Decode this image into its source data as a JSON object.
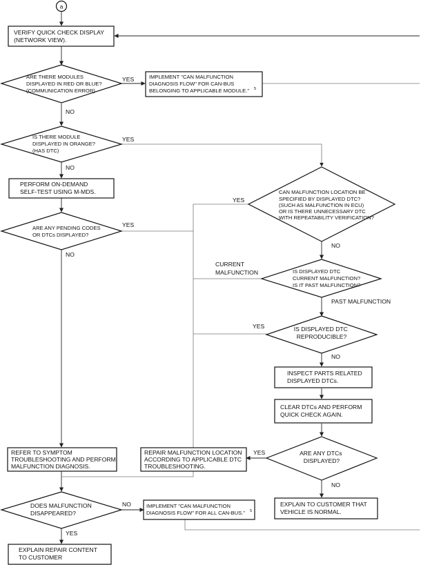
{
  "start_connector": "a",
  "nodes": {
    "verify": {
      "lines": [
        "VERIFY QUICK CHECK DISPLAY",
        "(NETWORK VIEW)."
      ]
    },
    "q_red_blue": {
      "lines": [
        "ARE THERE MODULES",
        "DISPLAYED IN RED OR BLUE?",
        "(COMMUNICATION ERROR)"
      ]
    },
    "impl_can_bus": {
      "lines": [
        "IMPLEMENT \"CAN MALFUNCTION",
        "DIAGNOSIS FLOW\" FOR CAN-BUS",
        "BELONGING TO APPLICABLE MODULE.\""
      ],
      "note": "5"
    },
    "q_orange": {
      "lines": [
        "IS THERE MODULE",
        "DISPLAYED IN ORANGE?",
        "(HAS DTC)"
      ]
    },
    "ondemand": {
      "lines": [
        "PERFORM ON-DEMAND",
        "SELF-TEST USING M-MDS."
      ]
    },
    "q_location": {
      "lines": [
        "CAN MALFUNCTION LOCATION BE",
        "SPECIFIED BY DISPLAYED DTC?",
        "(SUCH AS MALFUNCTION IN ECU)",
        "OR IS THERE UNNECESSARY DTC",
        "WITH REPEATABILITY VERIFICATION?"
      ]
    },
    "q_pending": {
      "lines": [
        "ARE ANY PENDING CODES",
        "OR DTCs DISPLAYED?"
      ]
    },
    "q_current": {
      "lines": [
        "IS DISPLAYED DTC",
        "CURRENT MALFUNCTION?",
        "IS IT PAST MALFUNCTION?"
      ]
    },
    "q_reproducible": {
      "lines": [
        "IS DISPLAYED DTC",
        "REPRODUCIBLE?"
      ]
    },
    "inspect": {
      "lines": [
        "INSPECT PARTS RELATED",
        "DISPLAYED DTCs."
      ]
    },
    "clear": {
      "lines": [
        "CLEAR DTCs AND PERFORM",
        "QUICK CHECK AGAIN."
      ]
    },
    "q_any_dtc": {
      "lines": [
        "ARE ANY DTCs",
        "DISPLAYED?"
      ]
    },
    "symptom": {
      "lines": [
        "REFER TO SYMPTOM",
        "TROUBLESHOOTING AND PERFORM",
        "MALFUNCTION DIAGNOSIS."
      ]
    },
    "repair": {
      "lines": [
        "REPAIR MALFUNCTION LOCATION",
        "ACCORDING TO APPLICABLE DTC",
        "TROUBLESHOOTING."
      ]
    },
    "q_disappeared": {
      "lines": [
        "DOES MALFUNCTION",
        "DISAPPEARED?"
      ]
    },
    "impl_all_bus": {
      "lines": [
        "IMPLEMENT \"CAN MALFUNCTION",
        "DIAGNOSIS FLOW\" FOR ALL CAN-BUS.\""
      ],
      "note": "5"
    },
    "explain_normal": {
      "lines": [
        "EXPLAIN TO CUSTOMER THAT",
        "VEHICLE IS NORMAL."
      ]
    },
    "explain_repair": {
      "lines": [
        "EXPLAIN REPAIR CONTENT",
        "TO CUSTOMER"
      ]
    }
  },
  "edge_labels": {
    "red_blue_yes": "YES",
    "red_blue_no": "NO",
    "orange_yes": "YES",
    "orange_no": "NO",
    "location_yes": "YES",
    "location_no": "NO",
    "pending_yes": "YES",
    "pending_no": "NO",
    "current_malfunction": [
      "CURRENT",
      "MALFUNCTION"
    ],
    "past_malfunction": "PAST MALFUNCTION",
    "reproducible_yes": "YES",
    "reproducible_no": "NO",
    "any_dtc_yes": "YES",
    "any_dtc_no": "NO",
    "disappeared_no": "NO",
    "disappeared_yes": "YES"
  }
}
